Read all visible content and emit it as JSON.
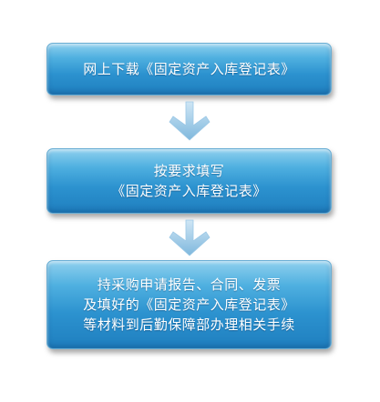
{
  "steps": [
    {
      "lines": [
        "网上下载《固定资产入库登记表》"
      ]
    },
    {
      "lines": [
        "按要求填写",
        "《固定资产入库登记表》"
      ]
    },
    {
      "lines": [
        "持采购申请报告、合同、发票",
        "及填好的《固定资产入库登记表》",
        "等材料到后勤保障部办理相关手续"
      ]
    }
  ],
  "colors": {
    "box_top": "#8fd0ee",
    "box_bottom": "#1f7fbf",
    "arrow": "#8ec3e3",
    "text": "#ffffff"
  },
  "icons": [
    "chevron-down-arrow-icon",
    "chevron-down-arrow-icon"
  ]
}
